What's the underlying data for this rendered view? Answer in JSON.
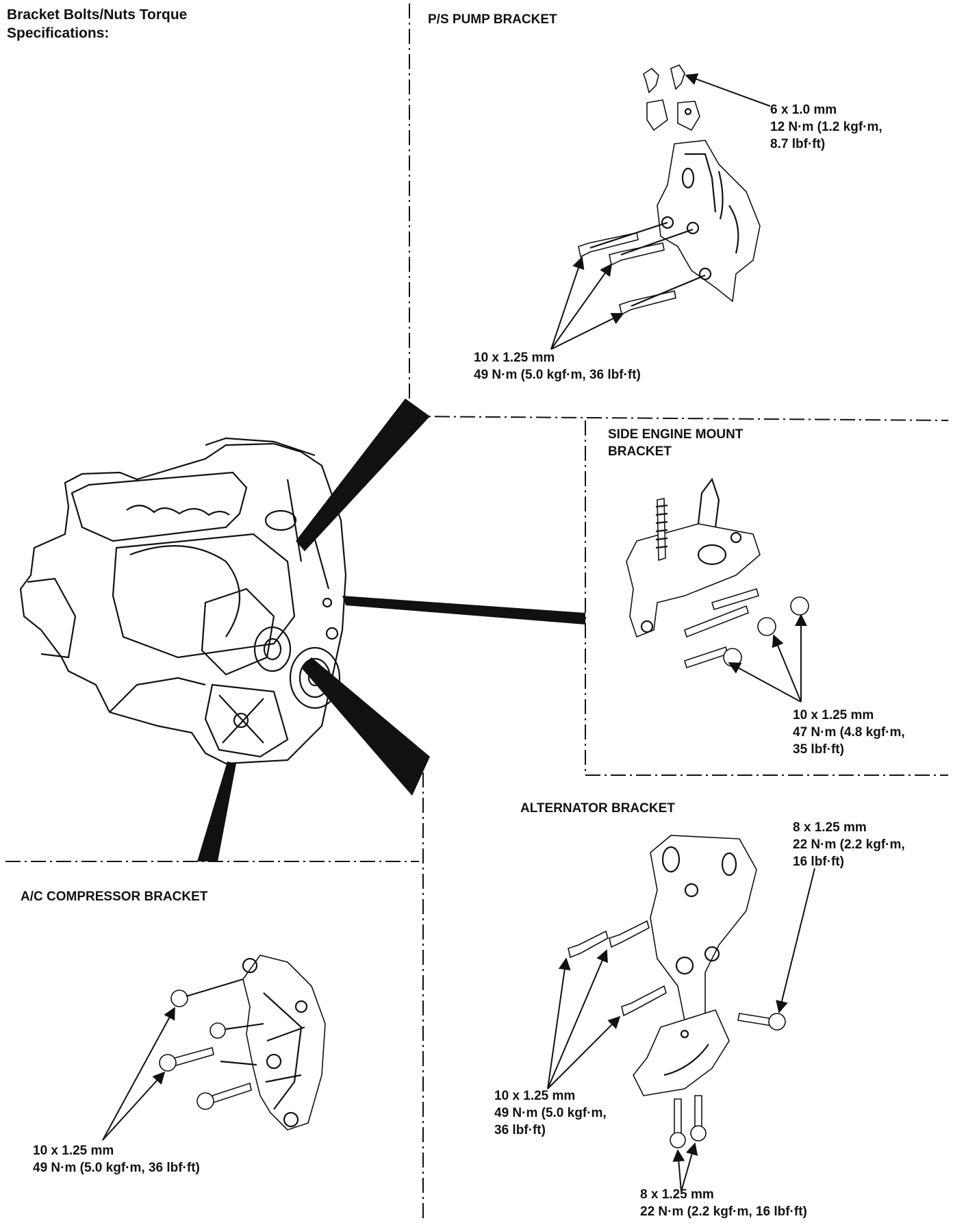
{
  "header": {
    "title_line1": "Bracket Bolts/Nuts Torque",
    "title_line2": "Specifications:"
  },
  "ps_pump": {
    "title": "P/S PUMP BRACKET",
    "spec_a": [
      "6 x 1.0 mm",
      "12 N·m (1.2 kgf·m,",
      "8.7 lbf·ft)"
    ],
    "spec_b": [
      "10 x 1.25 mm",
      "49 N·m (5.0 kgf·m, 36 lbf·ft)"
    ]
  },
  "side_mount": {
    "title": [
      "SIDE ENGINE MOUNT",
      "BRACKET"
    ],
    "spec": [
      "10 x 1.25 mm",
      "47 N·m (4.8 kgf·m,",
      "35 lbf·ft)"
    ]
  },
  "alternator": {
    "title": "ALTERNATOR BRACKET",
    "spec_top": [
      "8 x 1.25 mm",
      "22 N·m (2.2 kgf·m,",
      "16 lbf·ft)"
    ],
    "spec_left": [
      "10 x 1.25 mm",
      "49 N·m (5.0 kgf·m,",
      "36 lbf·ft)"
    ],
    "spec_bottom": [
      "8 x 1.25 mm",
      "22 N·m (2.2 kgf·m, 16 lbf·ft)"
    ]
  },
  "ac_compressor": {
    "title": "A/C COMPRESSOR BRACKET",
    "spec": [
      "10 x 1.25 mm",
      "49 N·m (5.0 kgf·m, 36 lbf·ft)"
    ]
  }
}
